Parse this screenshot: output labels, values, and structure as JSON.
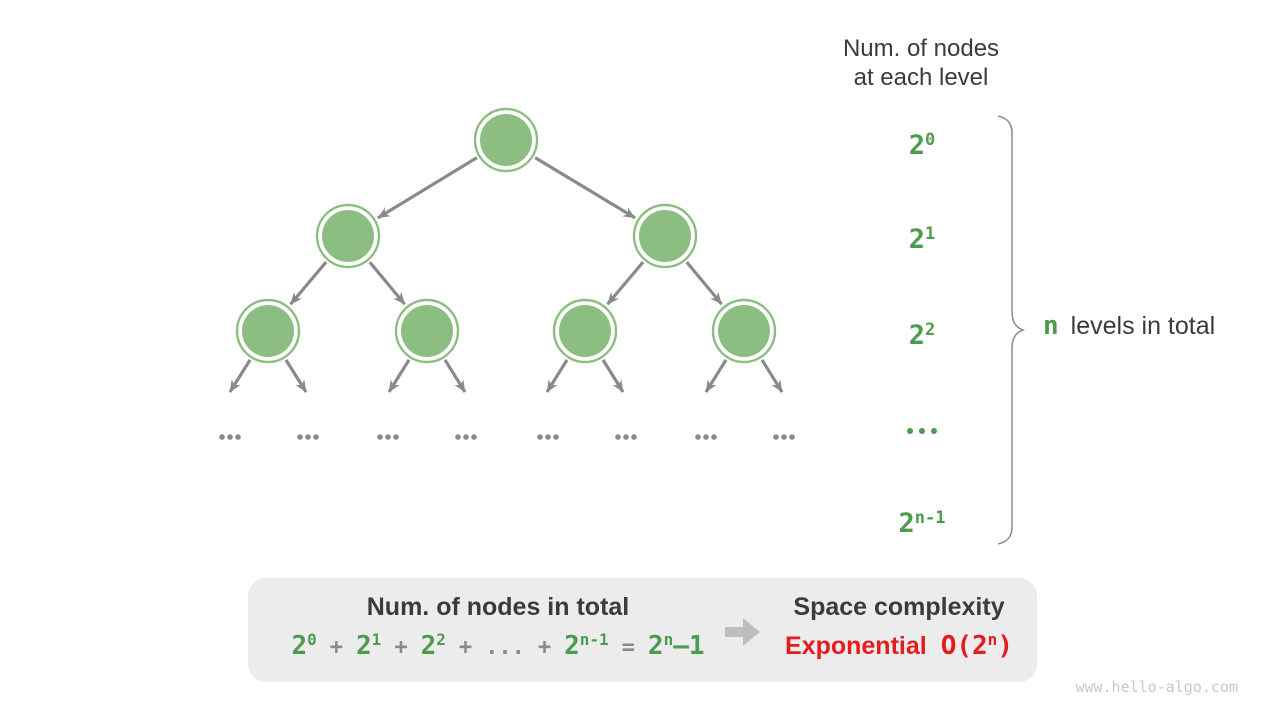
{
  "colors": {
    "node_fill": "#8CBE82",
    "node_ring": "#8CBE82",
    "edge": "#8A8A8A",
    "dark_text": "#3B3B3B",
    "green_text": "#4C9B50",
    "red_text": "#E41C1C",
    "box_bg": "#ECECEC",
    "block_arrow": "#BEBEBE",
    "brace": "#8F8F8F",
    "watermark": "#C8C8C8"
  },
  "right_panel": {
    "title_line1": "Num. of nodes",
    "title_line2": "at each level",
    "levels": [
      {
        "base": "2",
        "sup": "0"
      },
      {
        "base": "2",
        "sup": "1"
      },
      {
        "base": "2",
        "sup": "2"
      },
      {
        "dots": "..."
      },
      {
        "base": "2",
        "sup": "n-1"
      }
    ],
    "note_n": "n",
    "note_text": "levels in total"
  },
  "tree": {
    "ellipsis": "..."
  },
  "summary_box": {
    "left_title": "Num. of nodes in total",
    "formula": [
      {
        "kind": "term",
        "base": "2",
        "sup": "0"
      },
      {
        "kind": "op",
        "text": "+"
      },
      {
        "kind": "term",
        "base": "2",
        "sup": "1"
      },
      {
        "kind": "op",
        "text": "+"
      },
      {
        "kind": "term",
        "base": "2",
        "sup": "2"
      },
      {
        "kind": "op",
        "text": "+"
      },
      {
        "kind": "dots",
        "text": "..."
      },
      {
        "kind": "op",
        "text": "+"
      },
      {
        "kind": "term",
        "base": "2",
        "sup": "n-1"
      },
      {
        "kind": "op",
        "text": "="
      },
      {
        "kind": "term",
        "base": "2",
        "sup": "n",
        "tail": "–1"
      }
    ],
    "right_title": "Space complexity",
    "complexity_word": "Exponential",
    "big_o": {
      "pre": "O(2",
      "sup": "n",
      "post": ")"
    }
  },
  "watermark": "www.hello-algo.com"
}
